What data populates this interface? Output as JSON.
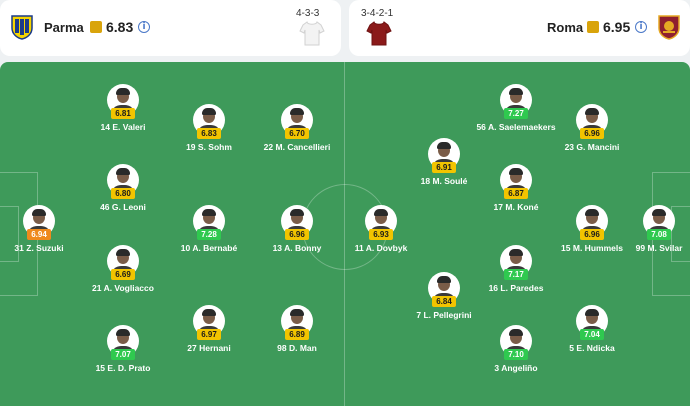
{
  "home": {
    "name": "Parma",
    "rating": "6.83",
    "formation": "4-3-3",
    "crest_icon": "parma-crest",
    "shirt_color": "#f3f3f3"
  },
  "away": {
    "name": "Roma",
    "rating": "6.95",
    "formation": "3-4-2-1",
    "crest_icon": "roma-crest",
    "shirt_color": "#8b1a1a"
  },
  "rating_colors": {
    "y": "#f2c400",
    "g": "#2fc94f",
    "o": "#ef8a1c"
  },
  "players": [
    {
      "num": "31",
      "name": "Z. Suzuki",
      "rating": "6.94",
      "tier": "o"
    },
    {
      "num": "14",
      "name": "E. Valeri",
      "rating": "6.81",
      "tier": "y"
    },
    {
      "num": "46",
      "name": "G. Leoni",
      "rating": "6.80",
      "tier": "y"
    },
    {
      "num": "21",
      "name": "A. Vogliacco",
      "rating": "6.69",
      "tier": "y"
    },
    {
      "num": "15",
      "name": "E. D. Prato",
      "rating": "7.07",
      "tier": "g"
    },
    {
      "num": "19",
      "name": "S. Sohm",
      "rating": "6.83",
      "tier": "y"
    },
    {
      "num": "10",
      "name": "A. Bernabé",
      "rating": "7.28",
      "tier": "g"
    },
    {
      "num": "27",
      "name": "Hernani",
      "rating": "6.97",
      "tier": "y"
    },
    {
      "num": "22",
      "name": "M. Cancellieri",
      "rating": "6.70",
      "tier": "y"
    },
    {
      "num": "13",
      "name": "A. Bonny",
      "rating": "6.96",
      "tier": "y"
    },
    {
      "num": "98",
      "name": "D. Man",
      "rating": "6.89",
      "tier": "y"
    },
    {
      "num": "11",
      "name": "A. Dovbyk",
      "rating": "6.93",
      "tier": "y"
    },
    {
      "num": "18",
      "name": "M. Soulé",
      "rating": "6.91",
      "tier": "y"
    },
    {
      "num": "7",
      "name": "L. Pellegrini",
      "rating": "6.84",
      "tier": "y"
    },
    {
      "num": "56",
      "name": "A. Saelemaekers",
      "rating": "7.27",
      "tier": "g"
    },
    {
      "num": "17",
      "name": "M. Koné",
      "rating": "6.87",
      "tier": "y"
    },
    {
      "num": "16",
      "name": "L. Paredes",
      "rating": "7.17",
      "tier": "g"
    },
    {
      "num": "3",
      "name": "Angeliño",
      "rating": "7.10",
      "tier": "g"
    },
    {
      "num": "23",
      "name": "G. Mancini",
      "rating": "6.96",
      "tier": "y"
    },
    {
      "num": "15",
      "name": "M. Hummels",
      "rating": "6.96",
      "tier": "y"
    },
    {
      "num": "5",
      "name": "E. Ndicka",
      "rating": "7.04",
      "tier": "g"
    },
    {
      "num": "99",
      "name": "M. Svilar",
      "rating": "7.08",
      "tier": "g"
    }
  ]
}
